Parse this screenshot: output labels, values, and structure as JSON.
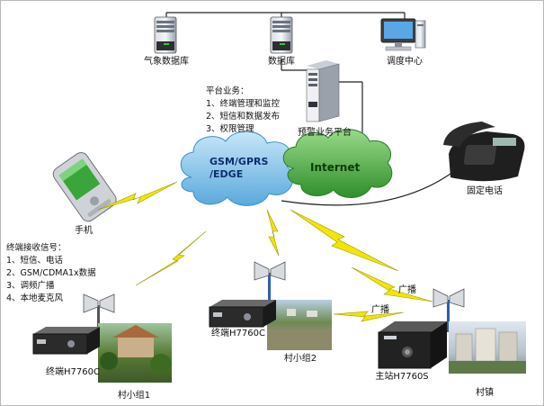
{
  "nodes": {
    "weather_db": "气象数据库",
    "database": "数据库",
    "dispatch_center": "调度中心",
    "warning_platform": "预警业务平台",
    "landline": "固定电话",
    "mobile": "手机",
    "terminal_1": "终端H7760C",
    "terminal_2": "终端H7760C",
    "village_group_1": "村小组1",
    "village_group_2": "村小组2",
    "main_station": "主站H7760S",
    "town": "村镇"
  },
  "clouds": {
    "gsm_lines": [
      "GSM/GPRS",
      "/EDGE"
    ],
    "internet": "Internet"
  },
  "platform_services": {
    "title": "平台业务：",
    "items": [
      "1、终端管理和监控",
      "2、短信和数据发布",
      "3、权限管理"
    ]
  },
  "terminal_signals": {
    "title": "终端接收信号：",
    "items": [
      "1、短信、电话",
      "2、GSM/CDMA1x数据",
      "3、调频广播",
      "4、本地麦克风"
    ]
  },
  "links": {
    "broadcast_1": "广播",
    "broadcast_2": "广播"
  },
  "colors": {
    "lightning": "#f2e600",
    "lightning_stroke": "#9a9a00",
    "gsm_cloud": "#8fc9ea",
    "internet_cloud": "#53b848",
    "line": "#222222"
  }
}
